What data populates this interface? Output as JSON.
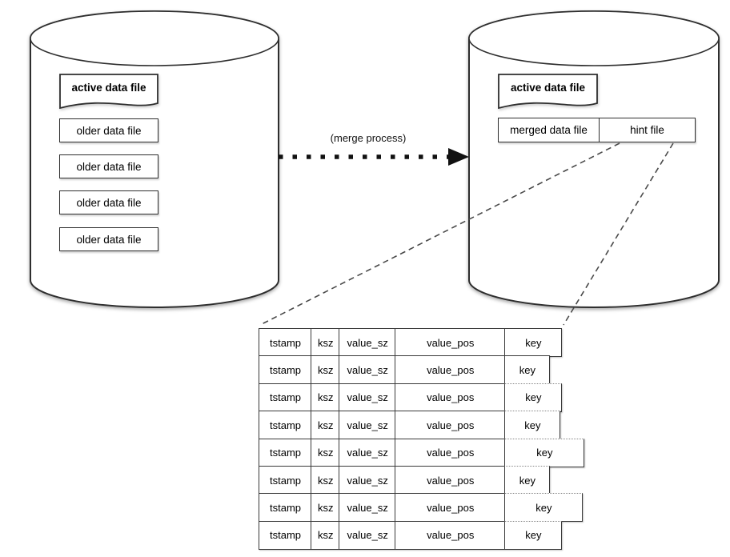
{
  "diagram": {
    "left_cylinder": {
      "active_file": "active data file",
      "older_files": [
        "older data file",
        "older data file",
        "older data file",
        "older data file"
      ]
    },
    "merge_arrow_label": "(merge process)",
    "right_cylinder": {
      "active_file": "active data file",
      "merged_file": "merged data file",
      "hint_file": "hint file"
    },
    "hint_table": {
      "columns": [
        "tstamp",
        "ksz",
        "value_sz",
        "value_pos",
        "key"
      ],
      "rows": [
        {
          "cells": [
            "tstamp",
            "ksz",
            "value_sz",
            "value_pos",
            "key"
          ],
          "key_width": 72
        },
        {
          "cells": [
            "tstamp",
            "ksz",
            "value_sz",
            "value_pos",
            "key"
          ],
          "key_width": 57
        },
        {
          "cells": [
            "tstamp",
            "ksz",
            "value_sz",
            "value_pos",
            "key"
          ],
          "key_width": 72
        },
        {
          "cells": [
            "tstamp",
            "ksz",
            "value_sz",
            "value_pos",
            "key"
          ],
          "key_width": 70
        },
        {
          "cells": [
            "tstamp",
            "ksz",
            "value_sz",
            "value_pos",
            "key"
          ],
          "key_width": 100
        },
        {
          "cells": [
            "tstamp",
            "ksz",
            "value_sz",
            "value_pos",
            "key"
          ],
          "key_width": 57
        },
        {
          "cells": [
            "tstamp",
            "ksz",
            "value_sz",
            "value_pos",
            "key"
          ],
          "key_width": 98
        },
        {
          "cells": [
            "tstamp",
            "ksz",
            "value_sz",
            "value_pos",
            "key"
          ],
          "key_width": 72
        }
      ]
    },
    "colors": {
      "stroke": "#2e2e2e",
      "table_stroke": "#3a3a3a",
      "background": "#ffffff"
    }
  }
}
